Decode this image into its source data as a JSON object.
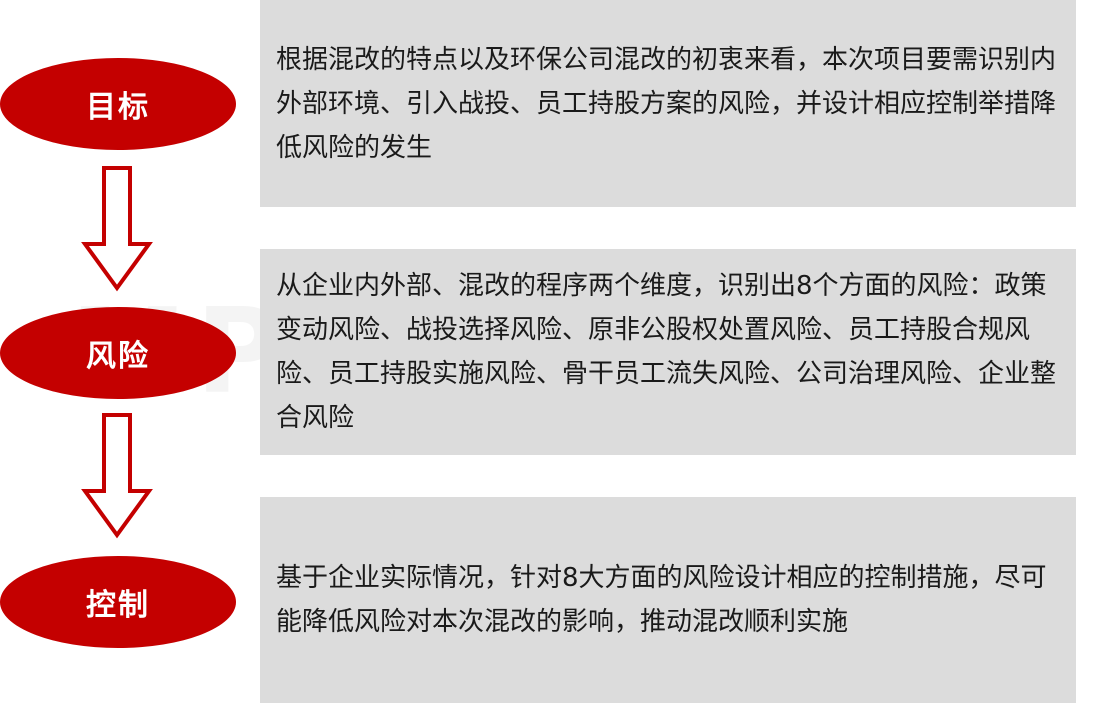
{
  "watermark": {
    "main": "MP中大咨询集团",
    "sub": "MANAGEMENT PROFESSIONAL GROUP"
  },
  "steps": [
    {
      "label": "目标",
      "text": "根据混改的特点以及环保公司混改的初衷来看，本次项目要需识别内外部环境、引入战投、员工持股方案的风险，并设计相应控制举措降低风险的发生"
    },
    {
      "label": "风险",
      "text": "从企业内外部、混改的程序两个维度，识别出8个方面的风险：政策变动风险、战投选择风险、原非公股权处置风险、员工持股合规风险、员工持股实施风险、骨干员工流失风险、公司治理风险、企业整合风险"
    },
    {
      "label": "控制",
      "text": "基于企业实际情况，针对8大方面的风险设计相应的控制措施，尽可能降低风险对本次混改的影响，推动混改顺利实施"
    }
  ],
  "colors": {
    "accent": "#c40000",
    "box_fill": "#dcdcdc",
    "text": "#1a1a1a"
  }
}
